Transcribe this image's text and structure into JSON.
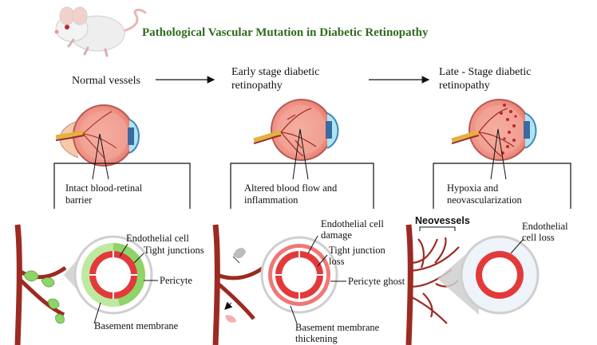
{
  "title": "Pathological Vascular Mutation in Diabetic Retinopathy",
  "stages": [
    {
      "name_line1": "Normal vessels",
      "name_line2": "",
      "box_line1": "Intact blood-retinal",
      "box_line2": "barrier"
    },
    {
      "name_line1": "Early stage diabetic",
      "name_line2": "retinopathy",
      "box_line1": "Altered blood flow and",
      "box_line2": "inflammation"
    },
    {
      "name_line1": "Late - Stage diabetic",
      "name_line2": "retinopathy",
      "box_line1": "Hypoxia and",
      "box_line2": "neovascularization"
    }
  ],
  "normal_labels": {
    "endothelial": "Endothelial cell",
    "tight": "Tight junctions",
    "pericyte": "Pericyte",
    "basement": "Basement membrane"
  },
  "early_labels": {
    "endo_line1": "Endothelial cell",
    "endo_line2": "damage",
    "tight_line1": "Tight junction",
    "tight_line2": "loss",
    "pericyte_ghost": "Pericyte ghost",
    "basement_line1": "Basement membrane",
    "basement_line2": "thickening"
  },
  "late_labels": {
    "neovessels": "Neovessels",
    "endo_line1": "Endothelial",
    "endo_line2": "cell loss"
  },
  "colors": {
    "title": "#2e6b1f",
    "vessel": "#9c2a22",
    "endothelium": "#e23a3a",
    "pericyte": "#8fd468",
    "basement": "#bde9a0",
    "eye": "#f29a8f"
  }
}
